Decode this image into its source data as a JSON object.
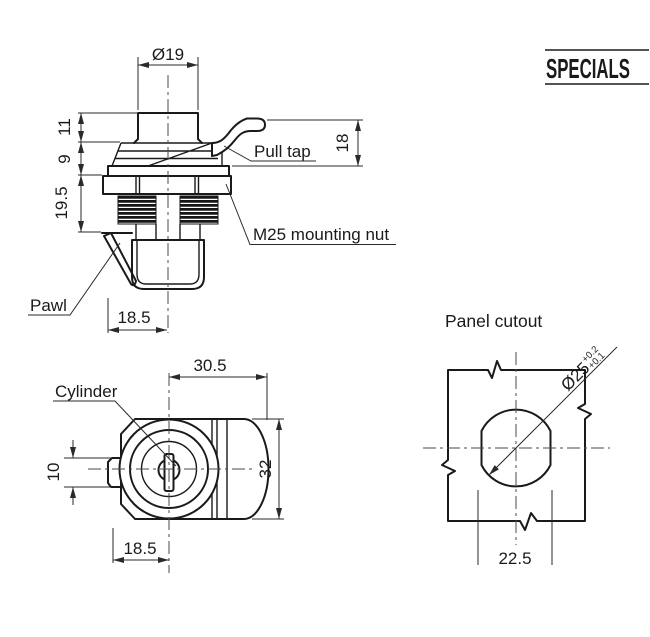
{
  "specials_label": "SPECIALS",
  "colors": {
    "ink": "#1a1a1a",
    "background": "#ffffff"
  },
  "side_view": {
    "labels": {
      "pull_tap": "Pull tap",
      "mounting_nut": "M25 mounting nut",
      "pawl": "Pawl"
    },
    "dims": {
      "knob_diameter": "Ø19",
      "knob_height": "11",
      "neck_height": "9",
      "thread_length": "19.5",
      "tab_height": "18",
      "body_offset": "18.5"
    }
  },
  "front_view": {
    "labels": {
      "cylinder": "Cylinder"
    },
    "dims": {
      "body_width": "30.5",
      "pawl_width": "10",
      "body_height": "32",
      "center_offset": "18.5"
    }
  },
  "panel_cutout": {
    "title": "Panel cutout",
    "dims": {
      "hole_diameter": "Ø25",
      "tolerance_upper": "+0.2",
      "tolerance_lower": "+0.1",
      "across_flats": "22.5"
    }
  }
}
